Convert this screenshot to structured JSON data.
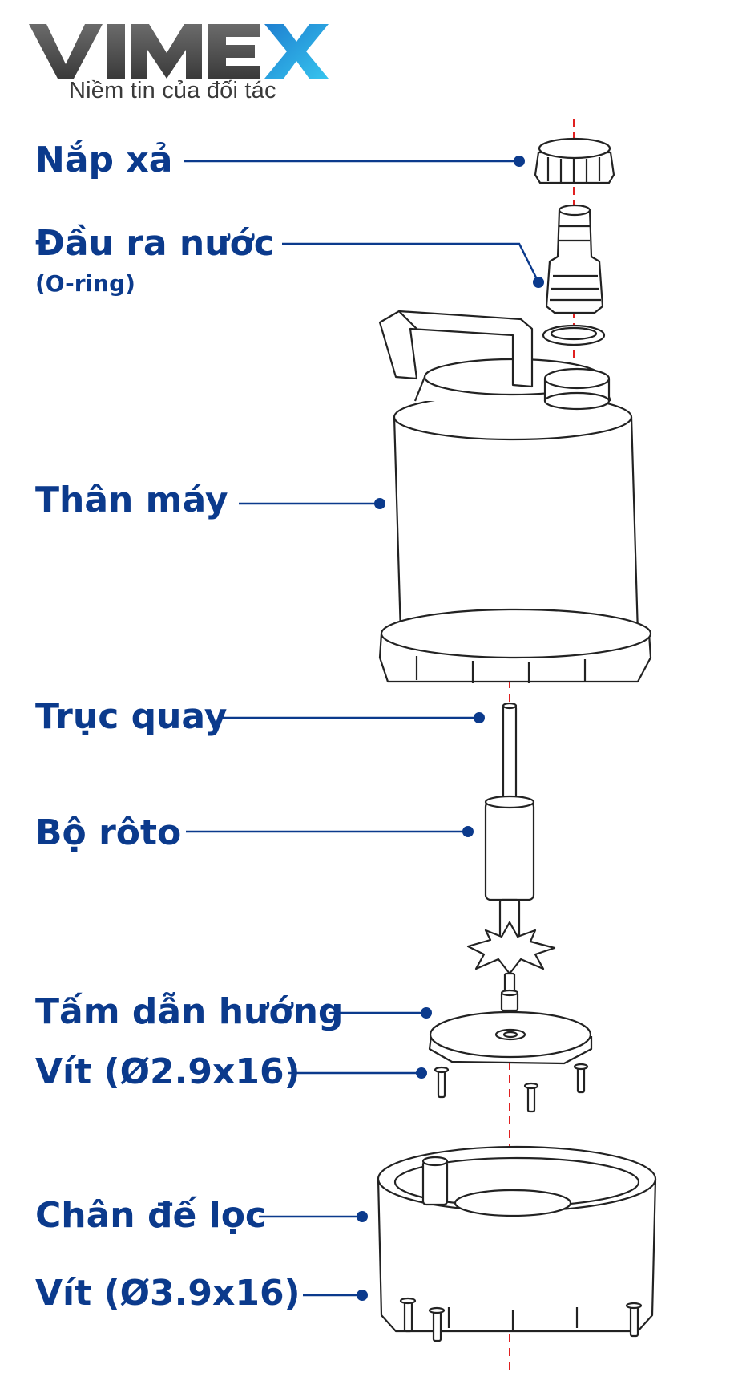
{
  "brand": {
    "name": "VIMEX",
    "tagline": "Niềm tin của đối tác",
    "colors": {
      "text": "#4a4a4a",
      "accent": "#2aa7df"
    }
  },
  "labels": {
    "discharge_cap": "Nắp xả",
    "outlet": "Đầu ra nước",
    "outlet_note": "(O-ring)",
    "body": "Thân máy",
    "shaft": "Trục quay",
    "rotor": "Bộ rôto",
    "guide_plate": "Tấm dẫn hướng",
    "screw_small": "Vít (Ø2.9x16)",
    "filter_base": "Chân đế lọc",
    "screw_large": "Vít (Ø3.9x16)"
  },
  "colors": {
    "label": "#0b3a8c",
    "leader": "#0b3a8c",
    "axis": "#e02020",
    "line_art": "#222222"
  }
}
